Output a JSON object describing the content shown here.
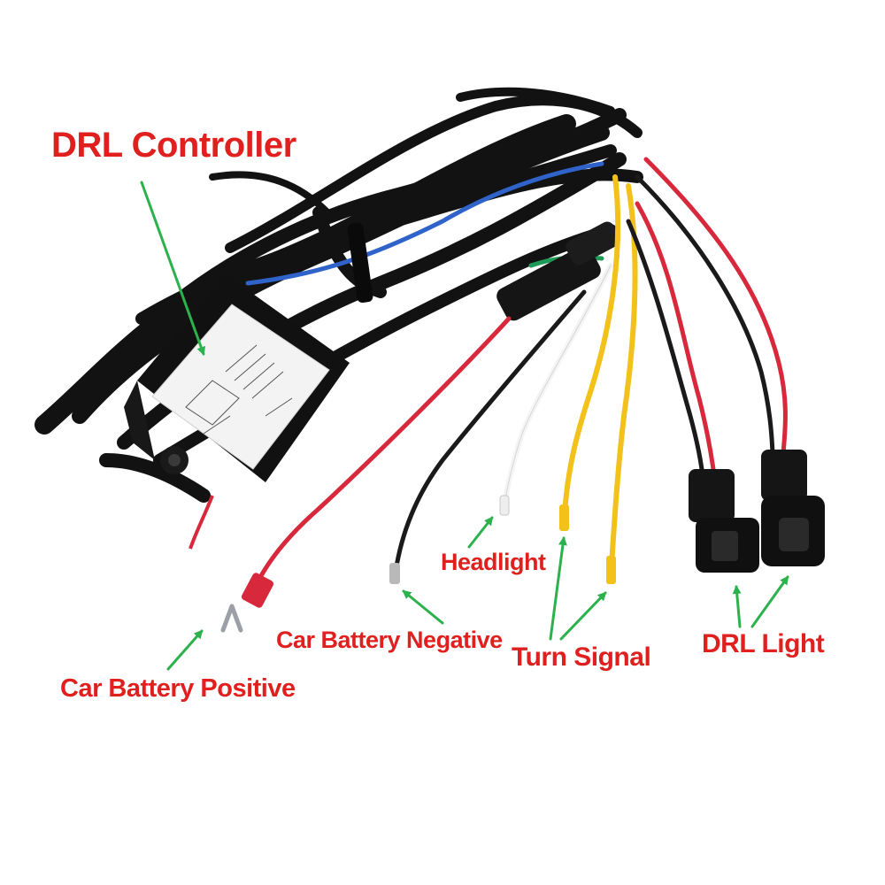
{
  "labels": {
    "drl_controller": "DRL Controller",
    "headlight": "Headlight",
    "car_battery_negative": "Car Battery Negative",
    "turn_signal": "Turn Signal",
    "drl_light": "DRL Light",
    "car_battery_positive": "Car Battery Positive"
  },
  "colors": {
    "label_text": "#e0201f",
    "arrow": "#2bb24c",
    "cable": "#121212",
    "blue_wire": "#2f63c9",
    "red_wire": "#d8283c",
    "yellow_wire": "#f2c21a",
    "white_wire": "#f4f4f4",
    "green_wire": "#1f9a57"
  }
}
